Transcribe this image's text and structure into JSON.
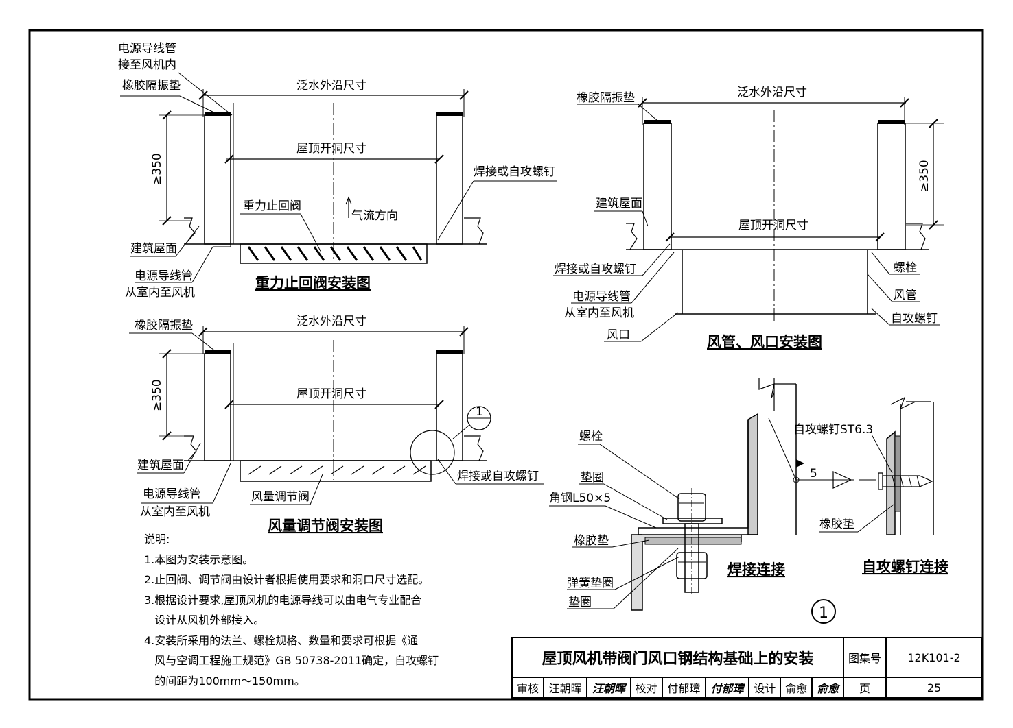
{
  "views": {
    "check_valve": {
      "title": "重力止回阀安装图",
      "labels": {
        "wire_conduit_top_1": "电源导线管",
        "wire_conduit_top_2": "接至风机内",
        "rubber_pad": "橡胶隔振垫",
        "flashing_dim": "泛水外沿尺寸",
        "opening_dim": "屋顶开洞尺寸",
        "weld_screw": "焊接或自攻螺钉",
        "height": "≥350",
        "valve": "重力止回阀",
        "airflow": "气流方向",
        "roof": "建筑屋面",
        "wire_conduit_bottom_1": "电源导线管",
        "wire_conduit_bottom_2": "从室内至风机"
      }
    },
    "damper": {
      "title": "风量调节阀安装图",
      "labels": {
        "rubber_pad": "橡胶隔振垫",
        "flashing_dim": "泛水外沿尺寸",
        "opening_dim": "屋顶开洞尺寸",
        "height": "≥350",
        "detail_callout": "1",
        "roof": "建筑屋面",
        "weld_screw": "焊接或自攻螺钉",
        "wire_conduit_1": "电源导线管",
        "wire_conduit_2": "从室内至风机",
        "damper": "风量调节阀"
      }
    },
    "duct": {
      "title": "风管、风口安装图",
      "labels": {
        "rubber_pad": "橡胶隔振垫",
        "flashing_dim": "泛水外沿尺寸",
        "height": "≥350",
        "roof": "建筑屋面",
        "opening_dim": "屋顶开洞尺寸",
        "weld_screw": "焊接或自攻螺钉",
        "bolt": "螺栓",
        "wire_conduit_1": "电源导线管",
        "wire_conduit_2": "从室内至风机",
        "duct": "风管",
        "screw": "自攻螺钉",
        "outlet": "风口"
      }
    },
    "weld_detail": {
      "title": "焊接连接",
      "labels": {
        "bolt": "螺栓",
        "washer": "垫圈",
        "angle": "角钢L50×5",
        "rubber": "橡胶垫",
        "spring_washer": "弹簧垫圈",
        "washer2": "垫圈",
        "screw_spec": "自攻螺钉ST6.3",
        "weld_size": "5"
      }
    },
    "screw_detail": {
      "title": "自攻螺钉连接",
      "labels": {
        "rubber": "橡胶垫"
      }
    },
    "detail_mark": "1"
  },
  "notes": {
    "heading": "说明:",
    "items": [
      "1.本图为安装示意图。",
      "2.止回阀、调节阀由设计者根据使用要求和洞口尺寸选配。",
      "3.根据设计要求,屋顶风机的电源导线可以由电气专业配合",
      "   设计从风机外部接入。",
      "4.安装所采用的法兰、螺栓规格、数量和要求可根据《通",
      "   风与空调工程施工规范》GB 50738-2011确定，自攻螺钉",
      "   的间距为100mm～150mm。"
    ]
  },
  "title_block": {
    "drawing_title": "屋顶风机带阀门风口钢结构基础上的安装",
    "atlas_label": "图集号",
    "atlas_no": "12K101-2",
    "review_label": "审核",
    "reviewer": "汪朝晖",
    "reviewer_sign": "汪朝晖",
    "check_label": "校对",
    "checker": "付郁璋",
    "checker_sign": "付郁璋",
    "design_label": "设计",
    "designer": "俞愈",
    "designer_sign": "俞愈",
    "page_label": "页",
    "page_no": "25"
  }
}
